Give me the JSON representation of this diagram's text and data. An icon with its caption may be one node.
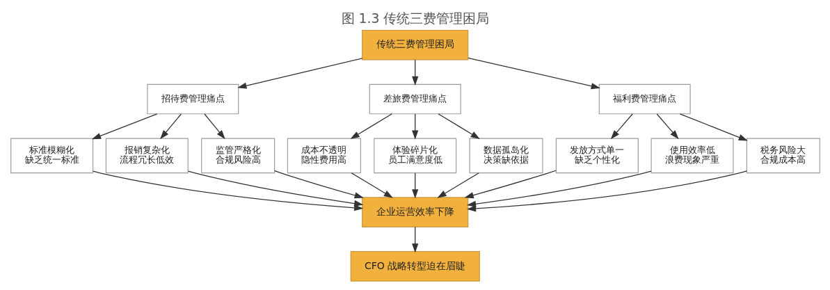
{
  "diagram": {
    "title": "图 1.3 传统三费管理困局",
    "nodes": [
      {
        "text": [
          "传统三费管理困局"
        ]
      },
      {
        "text": [
          "招待费管理痛点"
        ]
      },
      {
        "text": [
          "差旅费管理痛点"
        ]
      },
      {
        "text": [
          "福利费管理痛点"
        ]
      },
      {
        "text": [
          "标准模糊化",
          "缺乏统一标准"
        ]
      },
      {
        "text": [
          "报销复杂化",
          "流程冗长低效"
        ]
      },
      {
        "text": [
          "监管严格化",
          "合规风险高"
        ]
      },
      {
        "text": [
          "成本不透明",
          "隐性费用高"
        ]
      },
      {
        "text": [
          "体验碎片化",
          "员工满意度低"
        ]
      },
      {
        "text": [
          "数据孤岛化",
          "决策缺依据"
        ]
      },
      {
        "text": [
          "发放方式单一",
          "缺乏个性化"
        ]
      },
      {
        "text": [
          "使用效率低",
          "浪费现象严重"
        ]
      },
      {
        "text": [
          "税务风险大",
          "合规成本高"
        ]
      },
      {
        "text": [
          "企业运营效率下降"
        ]
      },
      {
        "text": [
          "CFO 战略转型迫在眉睫"
        ]
      }
    ],
    "edges": [
      {
        "from": 0,
        "to": 1,
        "arrow": "to"
      },
      {
        "from": 0,
        "to": 2,
        "arrow": "to"
      },
      {
        "from": 0,
        "to": 3,
        "arrow": "to"
      },
      {
        "from": 1,
        "to": 4,
        "arrow": "to"
      },
      {
        "from": 1,
        "to": 5,
        "arrow": "to"
      },
      {
        "from": 1,
        "to": 6,
        "arrow": "to"
      },
      {
        "from": 2,
        "to": 7,
        "arrow": "to"
      },
      {
        "from": 2,
        "to": 8,
        "arrow": "to"
      },
      {
        "from": 2,
        "to": 9,
        "arrow": "to"
      },
      {
        "from": 3,
        "to": 10,
        "arrow": "to"
      },
      {
        "from": 3,
        "to": 11,
        "arrow": "to"
      },
      {
        "from": 3,
        "to": 12,
        "arrow": "to"
      },
      {
        "from": 4,
        "to": 13,
        "arrow": "to"
      },
      {
        "from": 5,
        "to": 13,
        "arrow": "to"
      },
      {
        "from": 6,
        "to": 13,
        "arrow": "to"
      },
      {
        "from": 7,
        "to": 13,
        "arrow": "to"
      },
      {
        "from": 8,
        "to": 13,
        "arrow": "to"
      },
      {
        "from": 9,
        "to": 13,
        "arrow": "to"
      },
      {
        "from": 10,
        "to": 13,
        "arrow": "to"
      },
      {
        "from": 11,
        "to": 13,
        "arrow": "to"
      },
      {
        "from": 12,
        "to": 13,
        "arrow": "to"
      },
      {
        "from": 13,
        "to": 14,
        "arrow": "to"
      }
    ]
  }
}
